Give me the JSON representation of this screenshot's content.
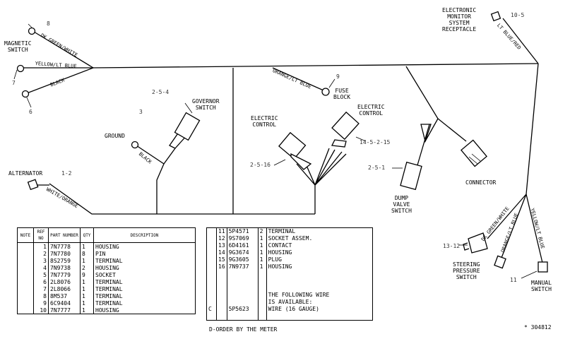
{
  "components": {
    "magnetic_switch": "MAGNETIC\nSWITCH",
    "alternator": "ALTERNATOR",
    "ground": "GROUND",
    "governor_switch": "GOVERNOR\nSWITCH",
    "electric_control_left": "ELECTRIC\nCONTROL",
    "electric_control_right": "ELECTRIC\nCONTROL",
    "fuse_block": "FUSE\nBLOCK",
    "dump_valve_switch": "DUMP\nVALVE\nSWITCH",
    "connector": "CONNECTOR",
    "ems_receptacle": "ELECTRONIC\nMONITOR\nSYSTEM\nRECEPTACLE",
    "steering_pressure_switch": "STEERING\nPRESSURE\nSWITCH",
    "manual_switch": "MANUAL\nSWITCH"
  },
  "wires": {
    "dk_green_white_top": "DK GREEN/WHITE",
    "yellow_lt_blue_left": "YELLOW/LT BLUE",
    "black_left": "BLACK",
    "black_ground": "BLACK",
    "white_orange": "WHITE/ORANGE",
    "orange_lt_blue": "ORANGE/LT BLUE",
    "lt_blue_red": "LT BLUE/RED",
    "dk_green_white_right": "DK GREEN/WHITE",
    "orange_lt_blue_right": "ORANGE/LT BLUE",
    "yellow_lt_blue_right": "YELLOW/LT BLUE"
  },
  "refs": {
    "magnetic_switch_top": "8",
    "magnetic_switch_mid": "7",
    "magnetic_switch_bottom": "6",
    "alternator": "1-2",
    "ground": "3",
    "governor_switch": "2-5-4",
    "electric_control_left": "2-5-16",
    "electric_control_right": "14-5-2-15",
    "fuse_block": "9",
    "dump_valve_switch": "2-5-1",
    "ems_receptacle": "10-5",
    "steering_pressure_switch": "13-12",
    "manual_switch": "11"
  },
  "parts_table_1": {
    "headers": [
      "NOTE",
      "REF NO",
      "PART NUMBER",
      "QTY",
      "DESCRIPTION"
    ],
    "rows": [
      [
        "",
        "1",
        "7N7778",
        "1",
        "HOUSING"
      ],
      [
        "",
        "2",
        "7N7780",
        "8",
        "PIN"
      ],
      [
        "",
        "3",
        "8S2759",
        "1",
        "TERMINAL"
      ],
      [
        "",
        "4",
        "7N9738",
        "2",
        "HOUSING"
      ],
      [
        "",
        "5",
        "7N7779",
        "9",
        "SOCKET"
      ],
      [
        "",
        "6",
        "2L8076",
        "1",
        "TERMINAL"
      ],
      [
        "",
        "7",
        "2L8066",
        "1",
        "TERMINAL"
      ],
      [
        "",
        "8",
        "8M537",
        "1",
        "TERMINAL"
      ],
      [
        "",
        "9",
        "6C9404",
        "1",
        "TERMINAL"
      ],
      [
        "",
        "10",
        "7N7777",
        "1",
        "HOUSING"
      ]
    ]
  },
  "parts_table_2": {
    "rows": [
      [
        "",
        "11",
        "5P4571",
        "2",
        "TERMINAL"
      ],
      [
        "",
        "12",
        "9S7069",
        "1",
        "SOCKET  ASSEM."
      ],
      [
        "",
        "13",
        "6D4161",
        "1",
        "CONTACT"
      ],
      [
        "",
        "14",
        "9G3674",
        "1",
        "HOUSING"
      ],
      [
        "",
        "15",
        "9G3605",
        "1",
        "PLUG"
      ],
      [
        "",
        "16",
        "7N9737",
        "1",
        "HOUSING"
      ]
    ],
    "note_lines": [
      "THE  FOLLOWING  WIRE",
      "IS  AVAILABLE:"
    ],
    "wire_row": [
      "C",
      "",
      "5P5623",
      "",
      "WIRE  (16  GAUGE)"
    ]
  },
  "footnote": "D-ORDER  BY  THE  METER",
  "figure_number": "* 304812"
}
